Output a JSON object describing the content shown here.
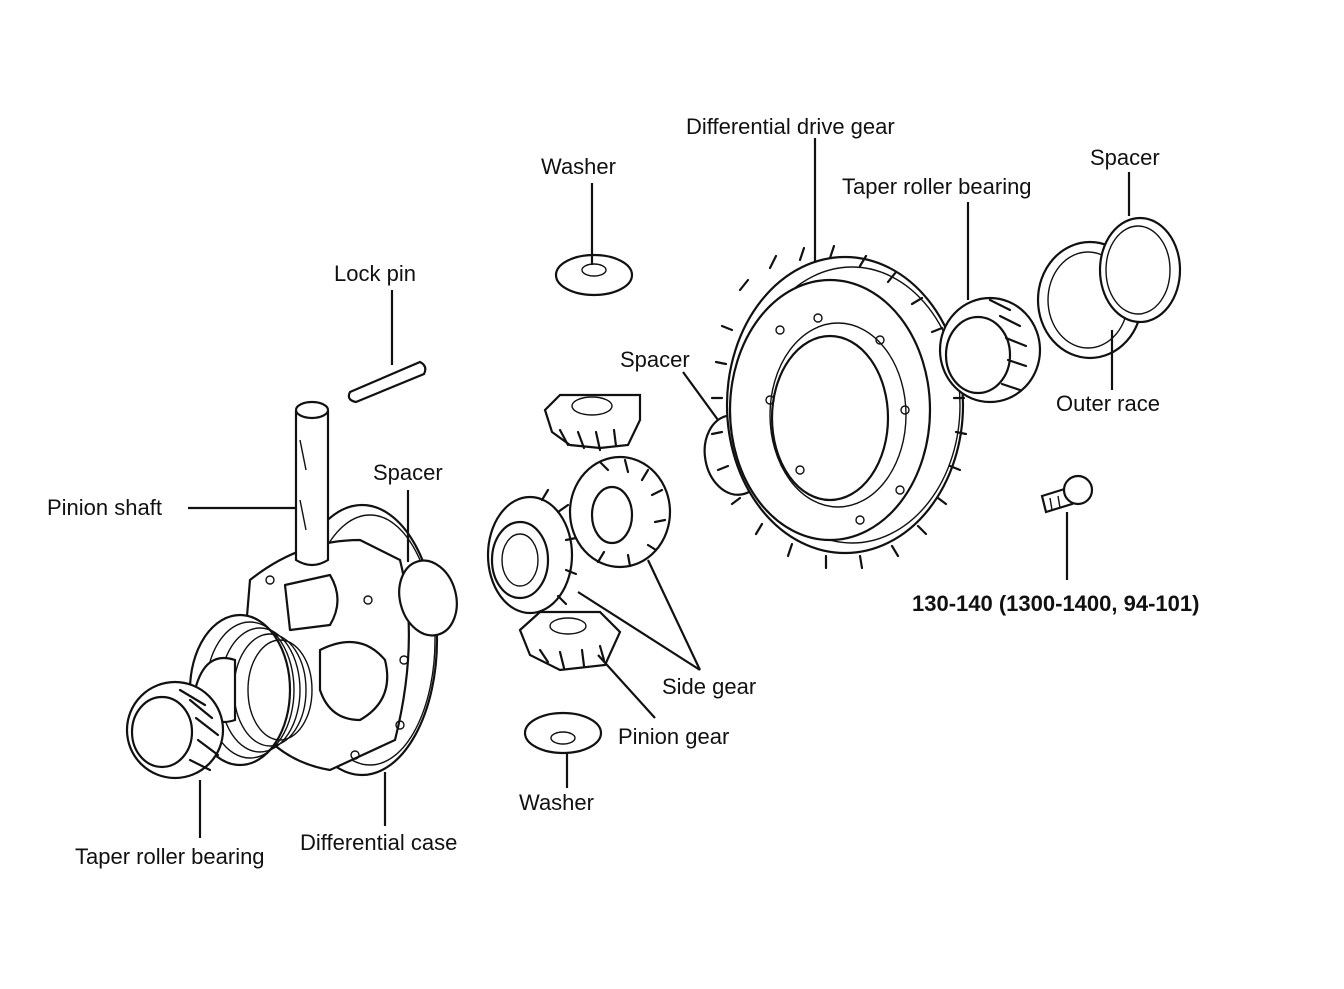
{
  "labels": {
    "differential_drive_gear": "Differential drive gear",
    "washer_top": "Washer",
    "taper_roller_bearing_right": "Taper roller bearing",
    "spacer_top_right": "Spacer",
    "lock_pin": "Lock pin",
    "spacer_middle": "Spacer",
    "outer_race": "Outer race",
    "pinion_shaft": "Pinion shaft",
    "spacer_left": "Spacer",
    "torque_spec": "130-140 (1300-1400, 94-101)",
    "side_gear": "Side gear",
    "pinion_gear": "Pinion gear",
    "washer_bottom": "Washer",
    "taper_roller_bearing_left": "Taper roller bearing",
    "differential_case": "Differential case"
  },
  "colors": {
    "line": "#111111",
    "background": "#ffffff"
  }
}
